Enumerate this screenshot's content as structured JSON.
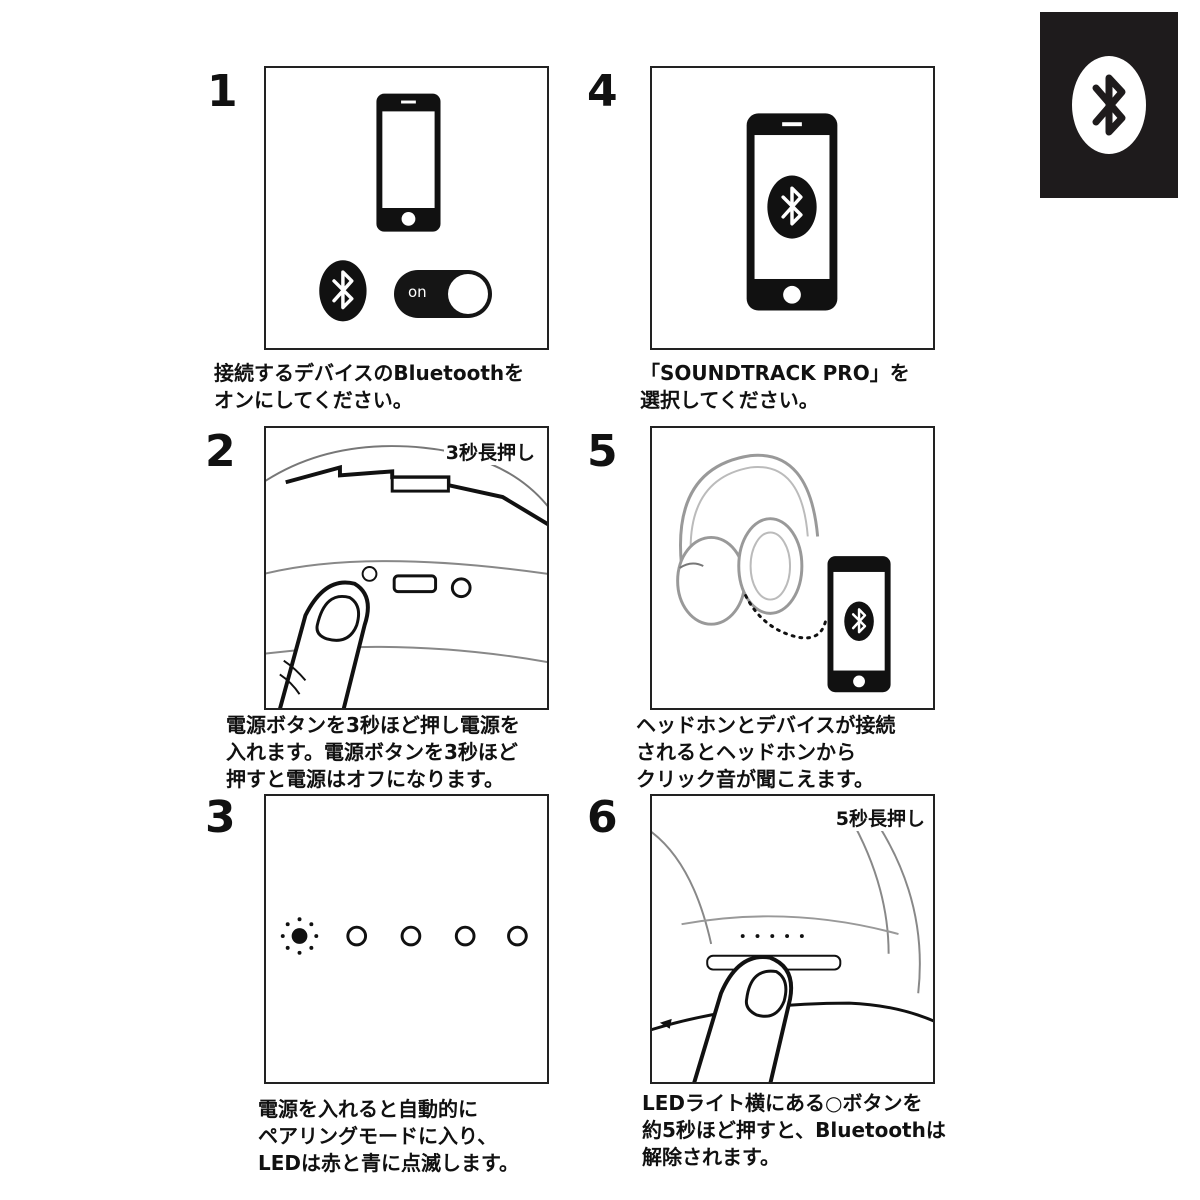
{
  "corner_logo": {
    "icon": "bluetooth-icon",
    "bg": "#1e1b1c"
  },
  "steps": [
    {
      "number": "1",
      "caption": "接続するデバイスのBluetoothを\nオンにしてください。",
      "toggle_label": "on"
    },
    {
      "number": "2",
      "hold_label": "3秒長押し",
      "caption": "電源ボタンを3秒ほど押し電源を\n入れます。電源ボタンを3秒ほど\n押すと電源はオフになります。"
    },
    {
      "number": "3",
      "caption": "電源を入れると自動的に\nペアリングモードに入り、\nLEDは赤と青に点滅します。"
    },
    {
      "number": "4",
      "caption": "「SOUNDTRACK PRO」を\n選択してください。"
    },
    {
      "number": "5",
      "caption": "ヘッドホンとデバイスが接続\nされるとヘッドホンから\nクリック音が聞こえます。"
    },
    {
      "number": "6",
      "hold_label": "5秒長押し",
      "caption": "LEDライト横にある○ボタンを\n約5秒ほど押すと、Bluetoothは\n解除されます。"
    }
  ]
}
